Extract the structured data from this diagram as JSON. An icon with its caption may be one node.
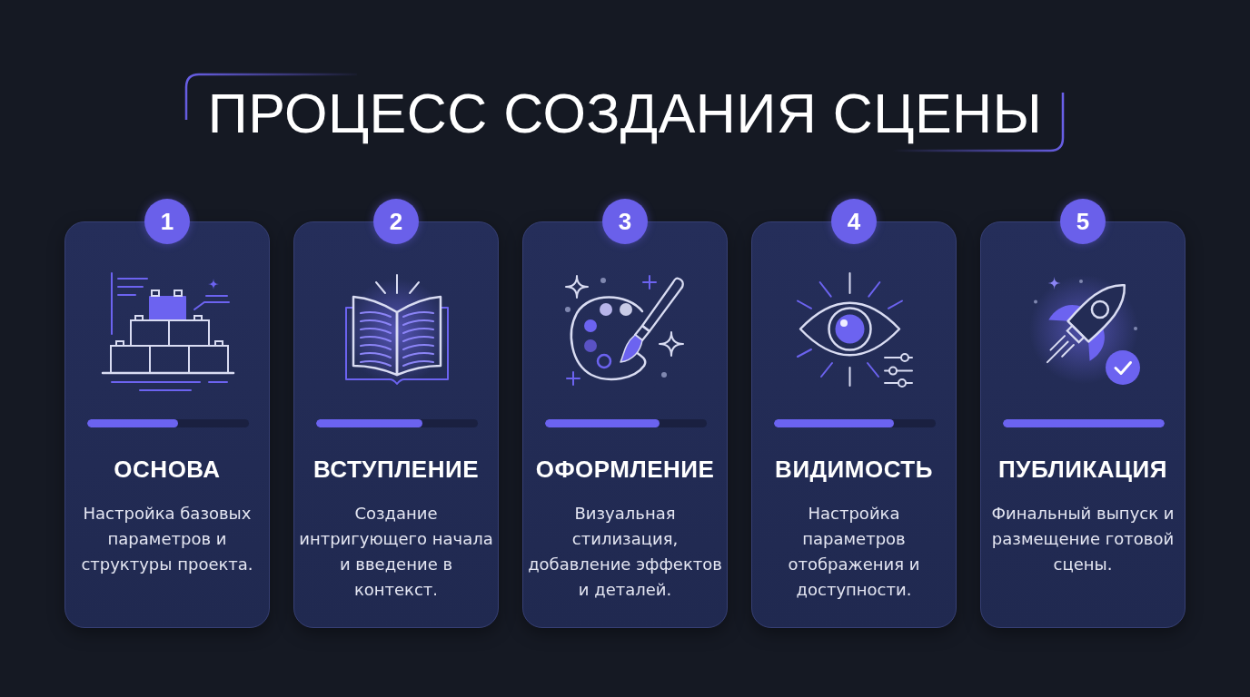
{
  "diagram": {
    "title": "ПРОЦЕСС СОЗДАНИЯ СЦЕНЫ",
    "nodes": [
      {
        "text": [
          "1"
        ]
      },
      {
        "text": [
          "ОСНОВА",
          "Настройка базовых параметров и структуры проекта."
        ]
      },
      {
        "text": [
          "2"
        ]
      },
      {
        "text": [
          "ВСТУПЛЕНИЕ",
          "Создание интригующего начала и введение в контекст."
        ]
      },
      {
        "text": [
          "3"
        ]
      },
      {
        "text": [
          "ОФОРМЛЕНИЕ",
          "Визуальная стилизация, добавление эффектов и деталей."
        ]
      },
      {
        "text": [
          "4"
        ]
      },
      {
        "text": [
          "ВИДИМОСТЬ",
          "Настройка параметров отображения и доступности."
        ]
      },
      {
        "text": [
          "5"
        ]
      },
      {
        "text": [
          "ПУБЛИКАЦИЯ",
          "Финальный выпуск и размещение готовой сцены."
        ]
      }
    ]
  }
}
